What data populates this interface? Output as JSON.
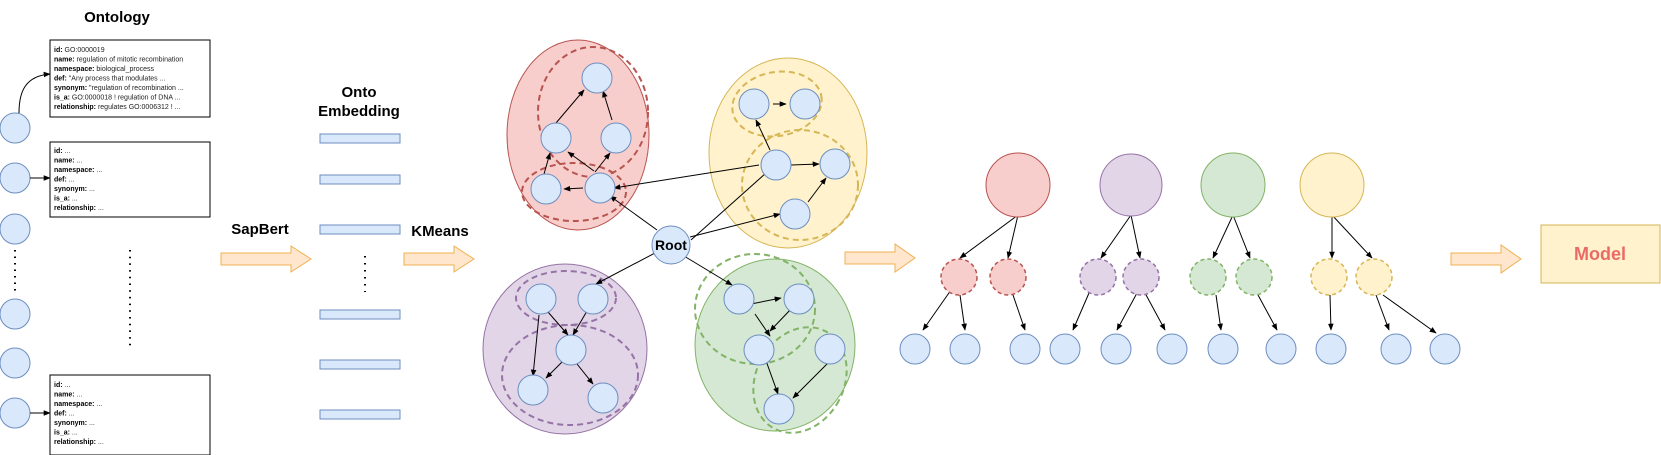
{
  "labels": {
    "ontology": "Ontology",
    "onto_line1": "Onto",
    "onto_line2": "Embedding",
    "sapbert": "SapBert",
    "kmeans": "KMeans",
    "root": "Root",
    "model": "Model"
  },
  "card_full": [
    {
      "k": "id:",
      "v": " GO:0000019"
    },
    {
      "k": "name:",
      "v": " regulation of mitotic recombination"
    },
    {
      "k": "namespace:",
      "v": " biological_process"
    },
    {
      "k": "def:",
      "v": " \"Any process that modulates ..."
    },
    {
      "k": "synonym:",
      "v": " \"regulation of recombination ..."
    },
    {
      "k": "is_a:",
      "v": " GO:0000018 ! regulation of DNA ..."
    },
    {
      "k": "relationship:",
      "v": " regulates GO:0006312 ! ..."
    }
  ],
  "card_short": [
    {
      "k": "id:",
      "v": " ..."
    },
    {
      "k": "name:",
      "v": " ..."
    },
    {
      "k": "namespace:",
      "v": " ..."
    },
    {
      "k": "def:",
      "v": " ..."
    },
    {
      "k": "synonym:",
      "v": "  ..."
    },
    {
      "k": "is_a:",
      "v": " ..."
    },
    {
      "k": "relationship:",
      "v": " ..."
    }
  ],
  "colors": {
    "node_fill": "#dae8fc",
    "node_stroke": "#6c8ebf",
    "red_fill": "#f8cecc",
    "red_stroke": "#b85450",
    "yellow_fill": "#fff2cc",
    "yellow_stroke": "#d6b656",
    "purple_fill": "#e1d5e7",
    "purple_stroke": "#9673a6",
    "green_fill": "#d5e8d4",
    "green_stroke": "#82b366",
    "arrow_fill": "#ffe6cc",
    "arrow_stroke": "#f0b050",
    "model_fill": "#fff2cc",
    "model_stroke": "#d6b656",
    "model_text": "#ea6b66"
  }
}
